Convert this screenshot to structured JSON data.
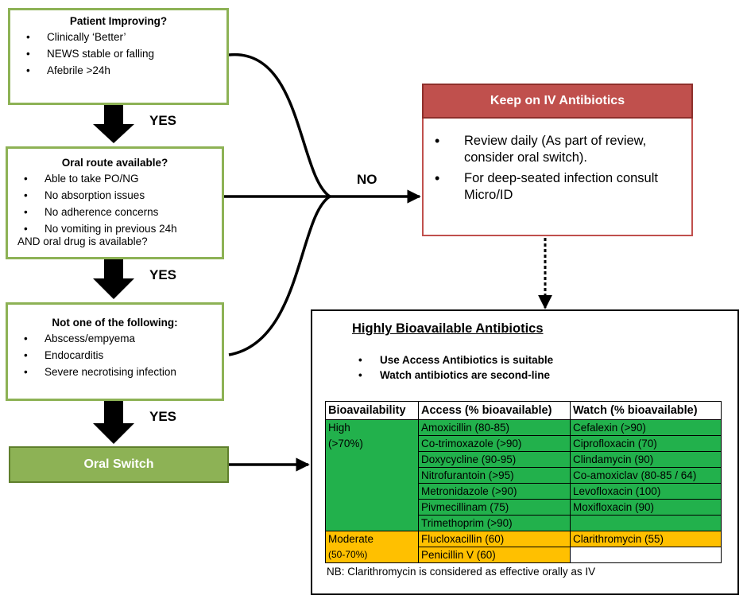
{
  "box1": {
    "title": "Patient Improving?",
    "items": [
      "Clinically ‘Better’",
      "NEWS stable or falling",
      "Afebrile >24h"
    ]
  },
  "box2": {
    "title": "Oral route available?",
    "items": [
      "Able to take PO/NG",
      "No absorption issues",
      "No adherence concerns",
      "No vomiting in previous 24h"
    ],
    "tail": "AND oral drug is available?"
  },
  "box3": {
    "title": "Not one of the following:",
    "items": [
      "Abscess/empyema",
      "Endocarditis",
      "Severe necrotising infection"
    ]
  },
  "labels": {
    "yes1": "YES",
    "yes2": "YES",
    "yes3": "YES",
    "no": "NO"
  },
  "oral_switch": "Oral Switch",
  "iv": {
    "title": "Keep on IV Antibiotics",
    "items": [
      "Review daily (As part of review, consider oral switch).",
      "For deep-seated infection consult Micro/ID"
    ]
  },
  "bio": {
    "title": "Highly Bioavailable Antibiotics",
    "bullets": [
      "Use Access Antibiotics is suitable",
      "Watch antibiotics are second-line"
    ],
    "headers": [
      "Bioavailability",
      "Access (% bioavailable)",
      "Watch (% bioavailable)"
    ],
    "high_label": [
      "High",
      "(>70%)"
    ],
    "high_rows": [
      [
        "Amoxicillin (80-85)",
        "Cefalexin (>90)"
      ],
      [
        "Co-trimoxazole (>90)",
        "Ciprofloxacin (70)"
      ],
      [
        "Doxycycline (90-95)",
        "Clindamycin (90)"
      ],
      [
        "Nitrofurantoin (>95)",
        "Co-amoxiclav (80-85 / 64)"
      ],
      [
        "Metronidazole (>90)",
        "Levofloxacin (100)"
      ],
      [
        "Pivmecillinam (75)",
        "Moxifloxacin (90)"
      ],
      [
        "Trimethoprim (>90)",
        ""
      ]
    ],
    "moderate_label": [
      "Moderate",
      "(50-70%)"
    ],
    "moderate_rows": [
      [
        "Flucloxacillin (60)",
        "Clarithromycin (55)"
      ],
      [
        "Penicillin V (60)",
        ""
      ]
    ],
    "note": "NB: Clarithromycin is considered as effective orally as IV"
  },
  "colors": {
    "green_border": "#8db255",
    "red": "#c0504d",
    "high": "#22b14c",
    "moderate": "#ffc000"
  }
}
